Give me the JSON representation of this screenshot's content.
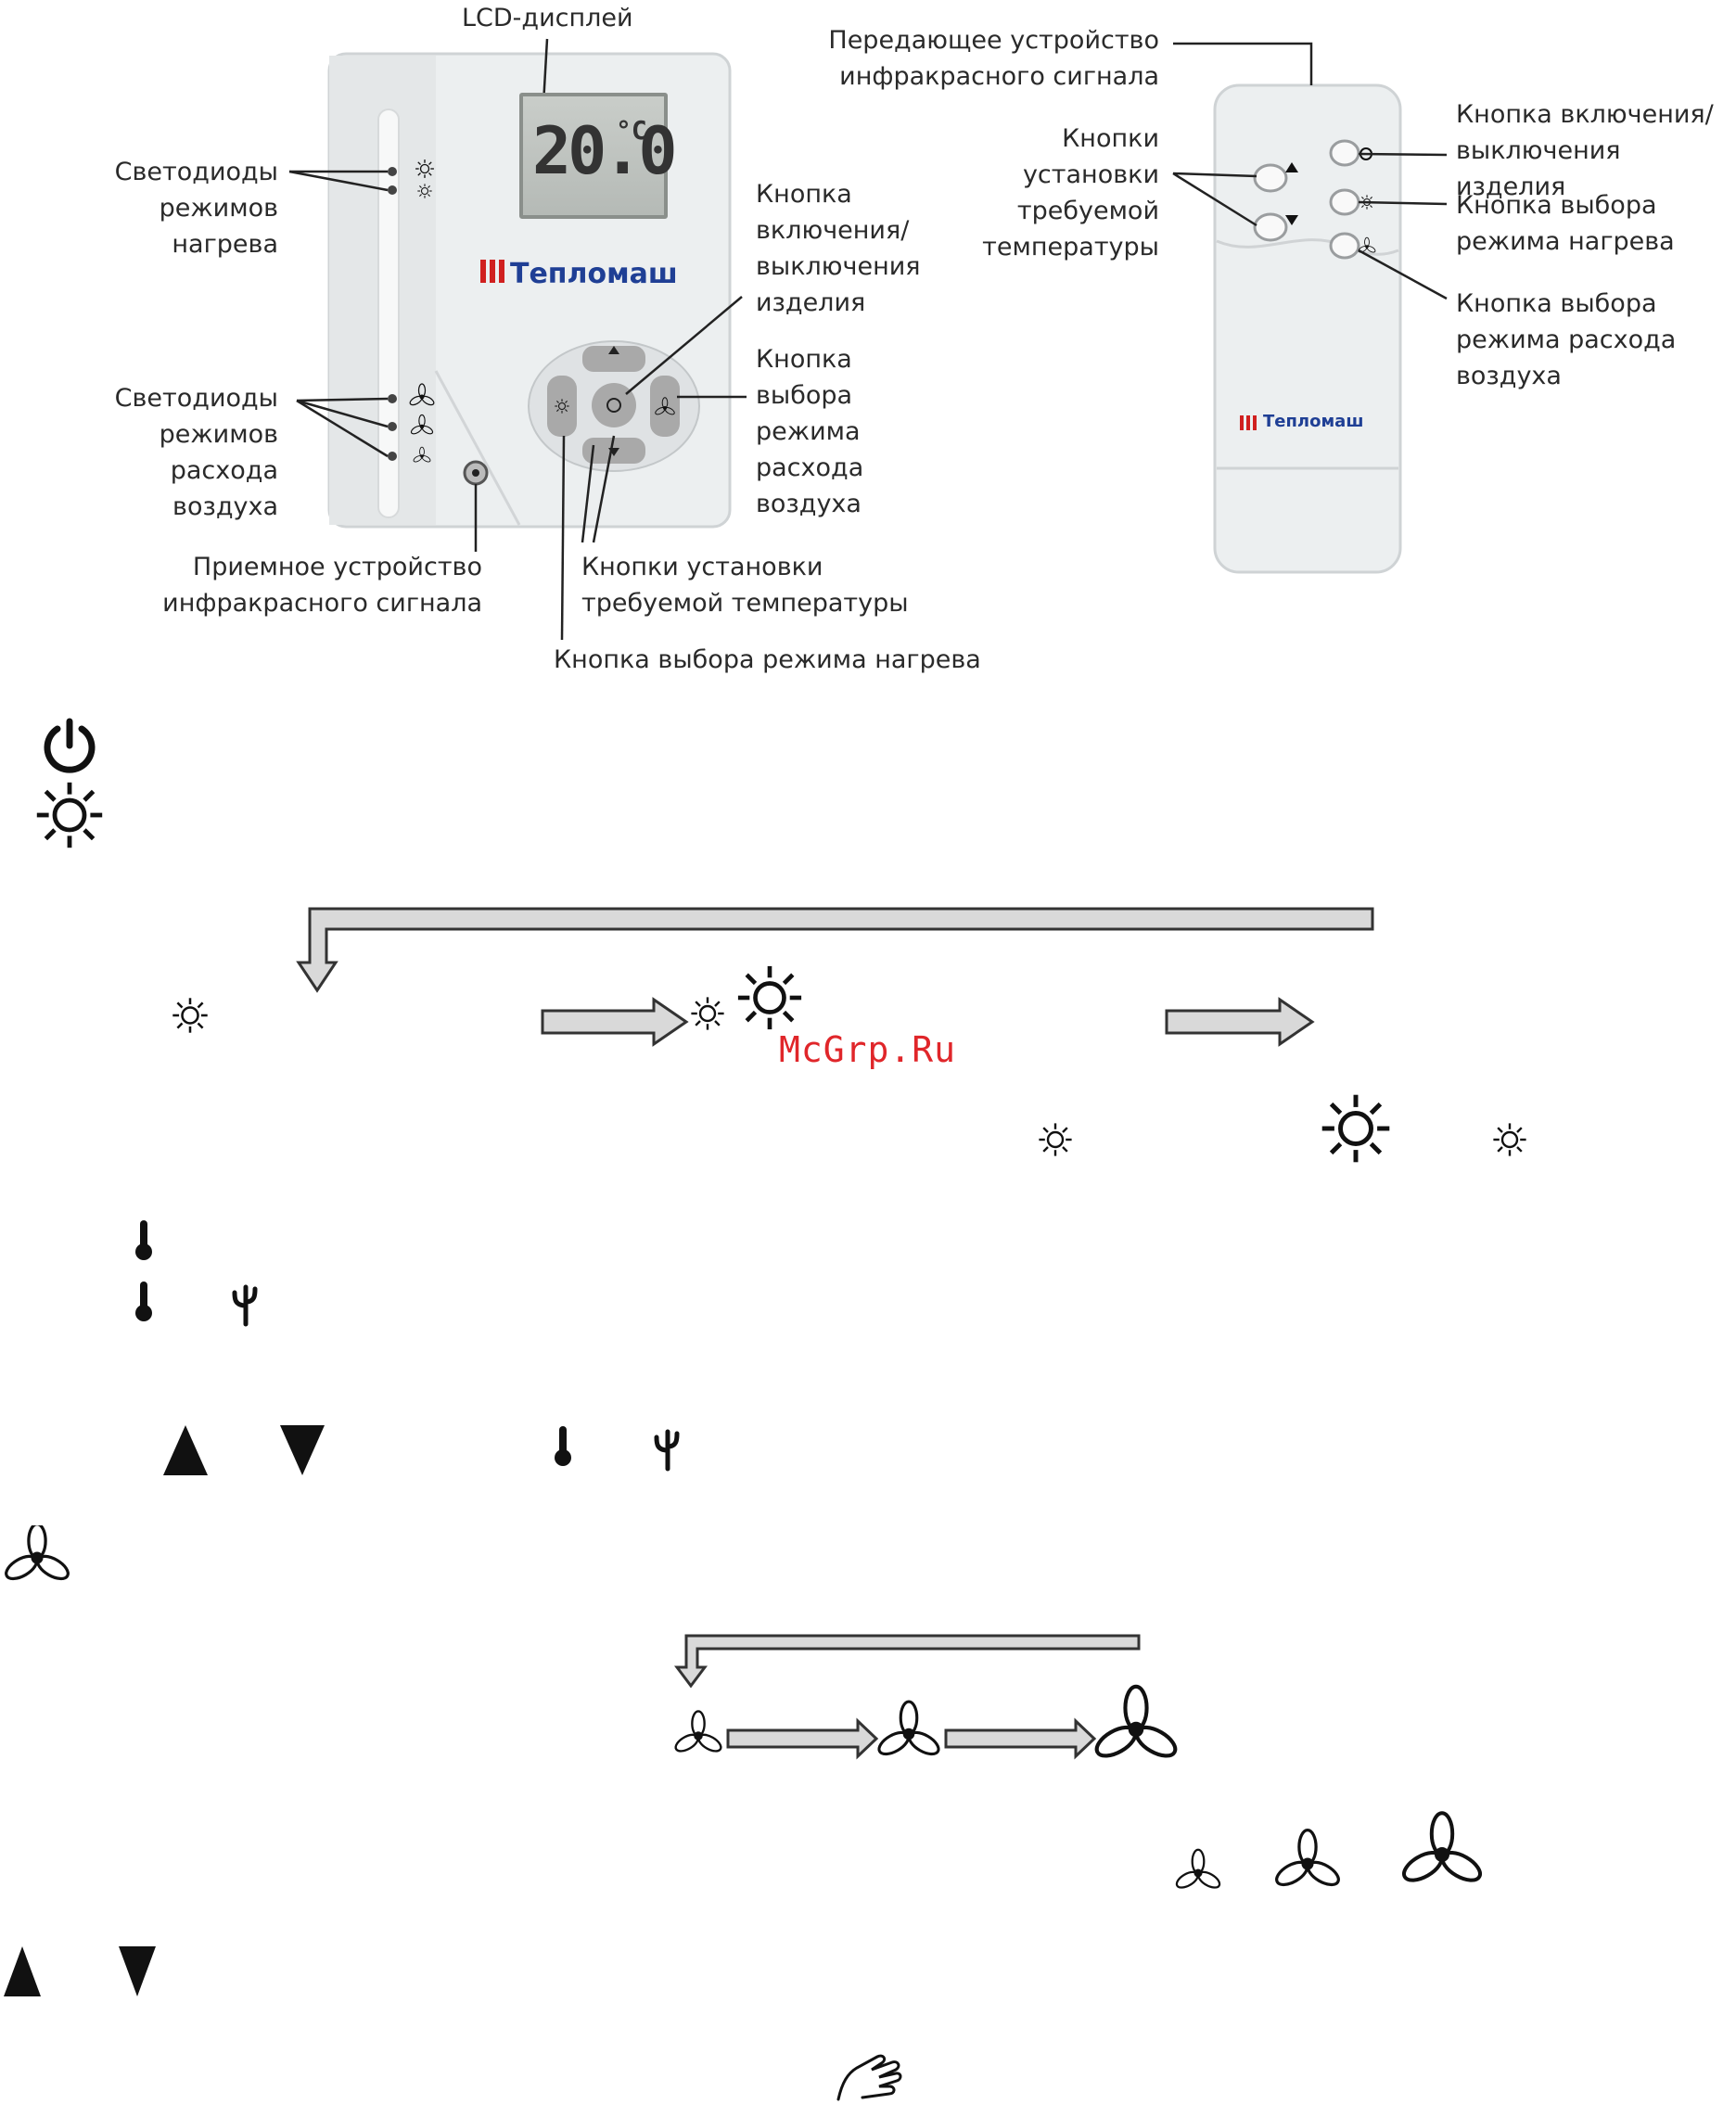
{
  "thermostat": {
    "lcd_value": "20.0",
    "lcd_unit": "°C",
    "brand": "Тепломаш",
    "labels": {
      "lcd": "LCD-дисплей",
      "heat_leds": "Светодиоды\nрежимов\nнагрева",
      "air_leds": "Светодиоды\nрежимов\nрасхода\nвоздуха",
      "ir_receiver": "Приемное устройство\nинфракрасного сигнала",
      "power_button": "Кнопка\nвключения/\nвыключения\nизделия",
      "air_mode_button": "Кнопка\nвыбора\nрежима\nрасхода\nвоздуха",
      "temp_buttons": "Кнопки установки\nтребуемой температуры",
      "heat_mode_button": "Кнопка выбора режима нагрева"
    }
  },
  "remote": {
    "brand": "Тепломаш",
    "labels": {
      "ir_transmitter": "Передающее устройство\nинфракрасного сигнала",
      "temp_buttons": "Кнопки\nустановки\nтребуемой\nтемпературы",
      "power_button": "Кнопка включения/\nвыключения изделия",
      "heat_mode_button": "Кнопка выбора\nрежима нагрева",
      "air_mode_button": "Кнопка выбора\nрежима расхода\nвоздуха"
    }
  },
  "watermark": "McGrp.Ru",
  "icons": [
    "power-icon",
    "sun-icon",
    "thermometer-icon",
    "cactus-icon",
    "up-triangle-icon",
    "down-triangle-icon",
    "fan-icon",
    "hand-icon"
  ],
  "colors": {
    "arrow_fill": "#d9d9d9",
    "arrow_stroke": "#333333",
    "brand": "#1f3f95",
    "brand_mark": "#d0201f",
    "watermark": "#e0262a"
  }
}
